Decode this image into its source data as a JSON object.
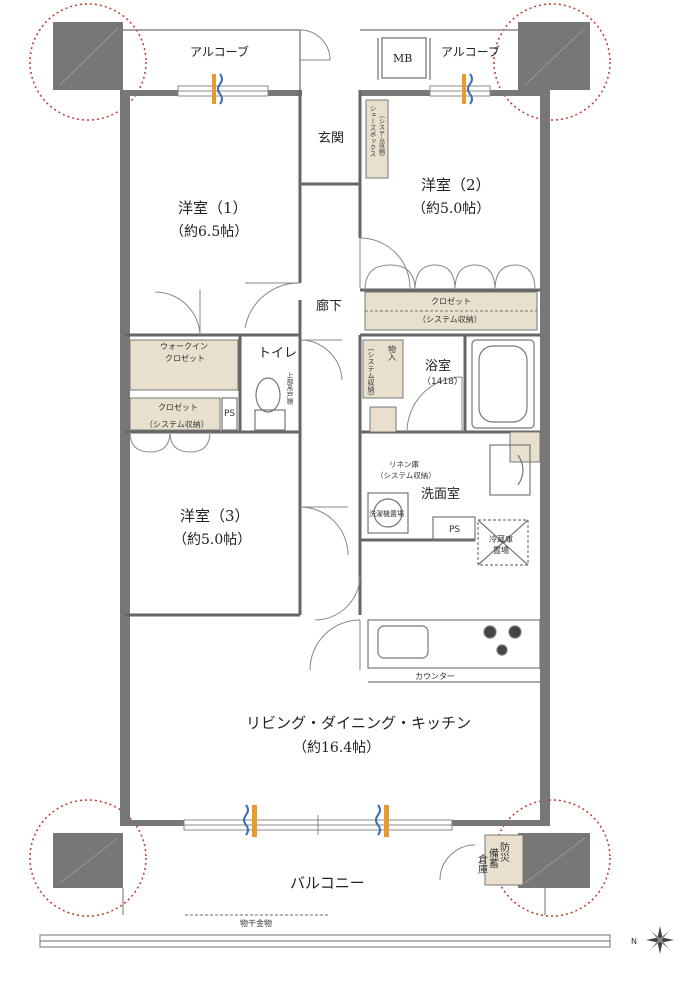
{
  "plan": {
    "alcove_left": "アルコーブ",
    "alcove_right": "アルコーブ",
    "mb": "MB",
    "genkan": "玄関",
    "shoes_box": "シューズボックス",
    "shoes_box_sub": "（システム収納）",
    "room1_name": "洋室（1）",
    "room1_size": "（約6.5帖）",
    "room2_name": "洋室（2）",
    "room2_size": "（約5.0帖）",
    "room3_name": "洋室（3）",
    "room3_size": "（約5.0帖）",
    "corridor": "廊下",
    "closet": "クロゼット",
    "system_storage": "（システム収納）",
    "walkin_1": "ウォークイン",
    "walkin_2": "クロゼット",
    "toilet": "トイレ",
    "upper_shelf": "上部吊戸棚",
    "ps": "PS",
    "storage": "物入",
    "storage_sub": "（システム収納）",
    "bath": "浴室",
    "bath_size": "（1418）",
    "linen": "リネン庫",
    "linen_sub": "（システム収納）",
    "washroom": "洗面室",
    "washer": "洗濯機置場",
    "fridge_1": "冷蔵庫",
    "fridge_2": "置場",
    "counter": "カウンター",
    "ldk_name": "リビング・ダイニング・キッチン",
    "ldk_size": "（約16.4帖）",
    "bousai_1": "防災",
    "bousai_2": "備蓄",
    "bousai_3": "倉庫",
    "balcony": "バルコニー",
    "drying": "物干金物",
    "north": "N"
  }
}
